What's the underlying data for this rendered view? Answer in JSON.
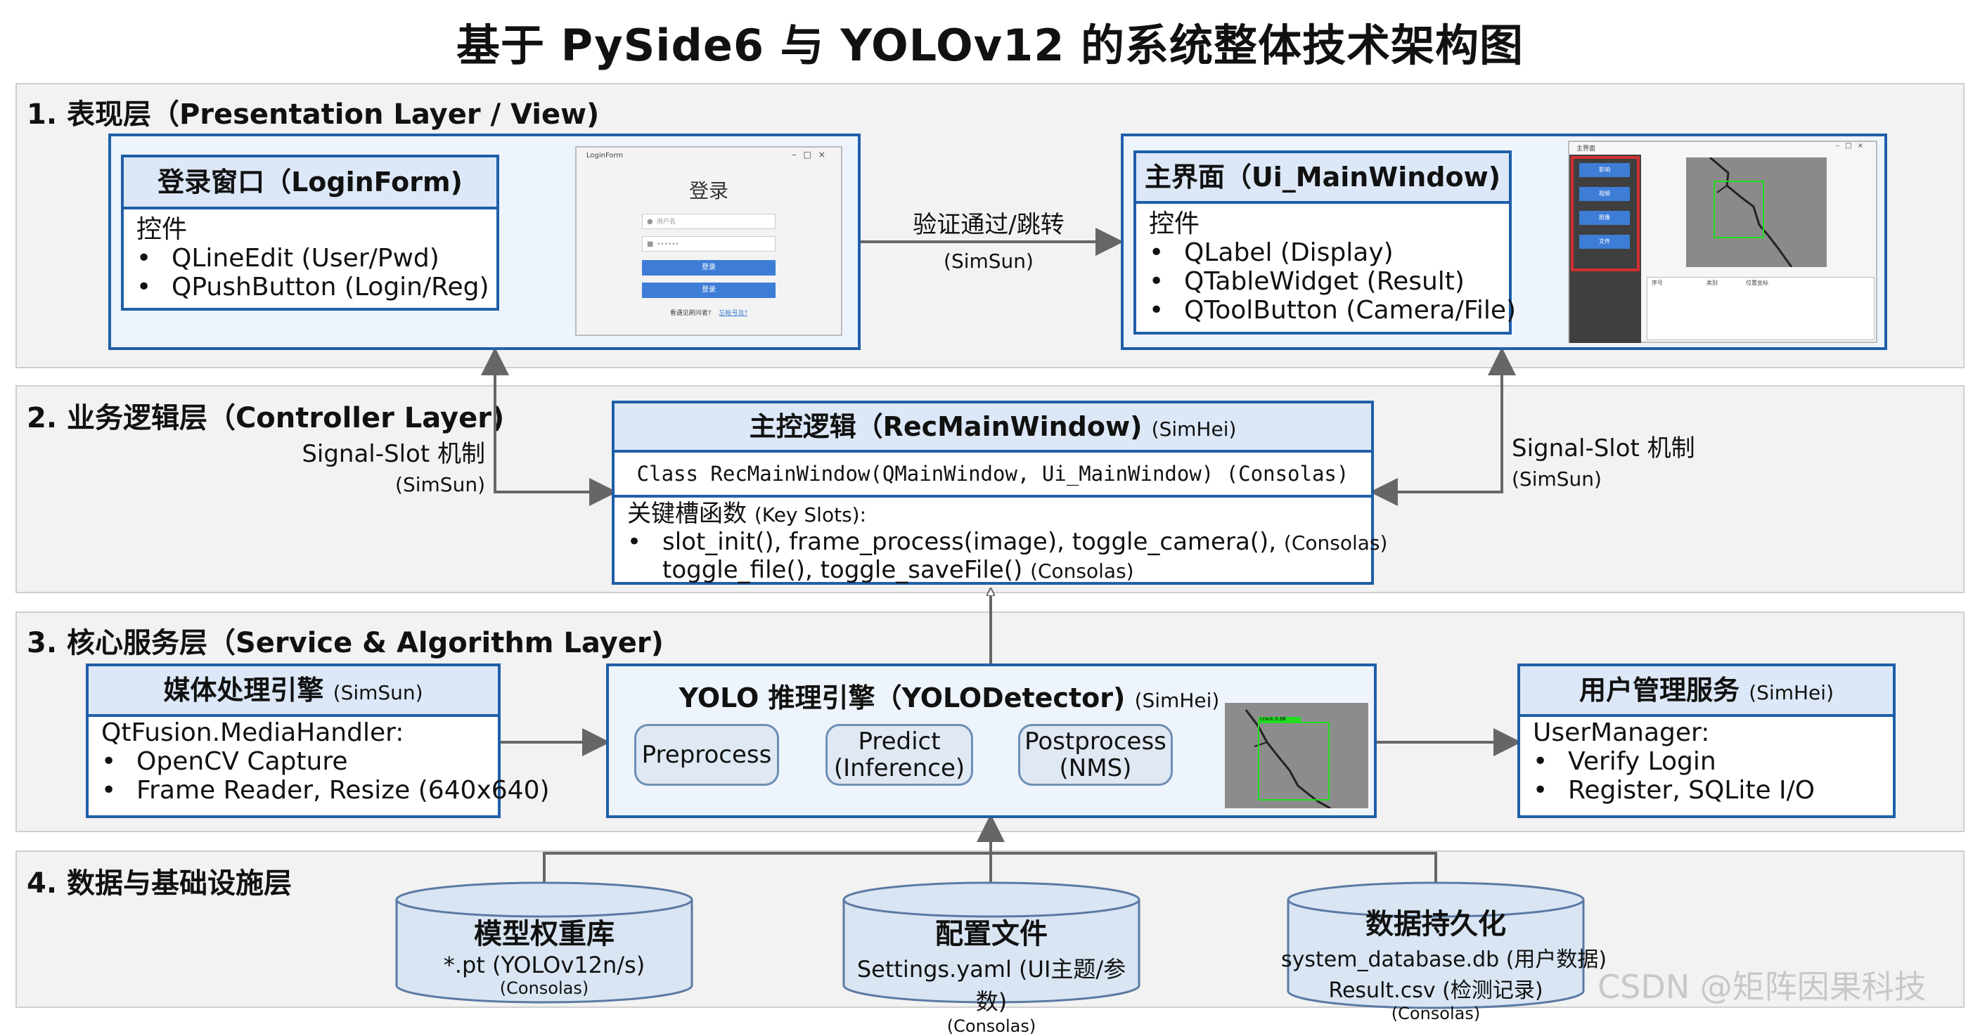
{
  "title": "基于 PySide6 与 YOLOv12 的系统整体技术架构图",
  "layers": {
    "presentation": "1. 表现层（Presentation Layer / View)",
    "controller": "2. 业务逻辑层（Controller Layer)",
    "service": "3. 核心服务层（Service & Algorithm Layer)",
    "data": "4. 数据与基础设施层"
  },
  "login_form": {
    "header": "登录窗口（LoginForm)",
    "controls_label": "控件",
    "items": [
      "QLineEdit (User/Pwd)",
      "QPushButton (Login/Reg)"
    ],
    "mock": {
      "window_title": "LoginForm",
      "heading": "登录",
      "user_placeholder": "用户名",
      "pwd_placeholder": "••••••",
      "login_btn": "登录",
      "reg_btn": "登录",
      "footer": "看遇见刷问者?",
      "footer_link": "忘帐号及?"
    }
  },
  "main_window": {
    "header": "主界面（Ui_MainWindow)",
    "controls_label": "控件",
    "items": [
      "QLabel (Display)",
      "QTableWidget (Result)",
      "QToolButton (Camera/File)"
    ],
    "mock": {
      "window_title": "主界面",
      "buttons": [
        "影响",
        "视频",
        "照像",
        "文件"
      ],
      "table_headers": [
        "序号",
        "类别",
        "位置坐标"
      ]
    }
  },
  "arrow_labels": {
    "verify": "验证通过/跳转",
    "verify_font": "(SimSun)",
    "signal_left": "Signal-Slot 机制",
    "signal_left_font": "(SimSun)",
    "signal_right": "Signal-Slot 机制",
    "signal_right_font": "(SimSun)"
  },
  "controller": {
    "header": "主控逻辑（RecMainWindow)",
    "header_font": "(SimHei)",
    "class_line": "Class RecMainWindow(QMainWindow, Ui_MainWindow) (Consolas)",
    "slots_label": "关键槽函数",
    "slots_label_en": "(Key Slots):",
    "slot_line1": "slot_init(), frame_process(image), toggle_camera(),",
    "slot_line1_font": "(Consolas)",
    "slot_line2": "toggle_file(), toggle_saveFile()",
    "slot_line2_font": "(Consolas)"
  },
  "media": {
    "header": "媒体处理引擎",
    "header_font": "(SimSun)",
    "lead": "QtFusion.MediaHandler:",
    "items": [
      "OpenCV Capture",
      "Frame Reader, Resize (640x640)"
    ]
  },
  "yolo": {
    "header": "YOLO 推理引擎（YOLODetector)",
    "header_font": "(SimHei)",
    "steps": {
      "preprocess": "Preprocess",
      "predict1": "Predict",
      "predict2": "(Inference)",
      "post1": "Postprocess",
      "post2": "(NMS)"
    },
    "det_label": "crack 0.88"
  },
  "user_mgr": {
    "header": "用户管理服务",
    "header_font": "(SimHei)",
    "lead": "UserManager:",
    "items": [
      "Verify Login",
      "Register, SQLite I/O"
    ]
  },
  "data": {
    "model": {
      "title": "模型权重库",
      "line1": "*.pt (YOLOv12n/s)",
      "font": "(Consolas)"
    },
    "config": {
      "title": "配置文件",
      "line1": "Settings.yaml (UI主题/参数)",
      "font": "(Consolas)"
    },
    "persist": {
      "title": "数据持久化",
      "line1": "system_database.db (用户数据)",
      "line2": "Result.csv (检测记录)",
      "font": "(Consolas)"
    }
  },
  "watermark": "CSDN @矩阵因果科技",
  "colors": {
    "accent": "#1f5fa8",
    "header_bg": "#dce8f7",
    "layer_bg": "#f2f2f2",
    "arrow": "#666666",
    "highlight": "#d32f2f",
    "detect": "#22dd22"
  }
}
